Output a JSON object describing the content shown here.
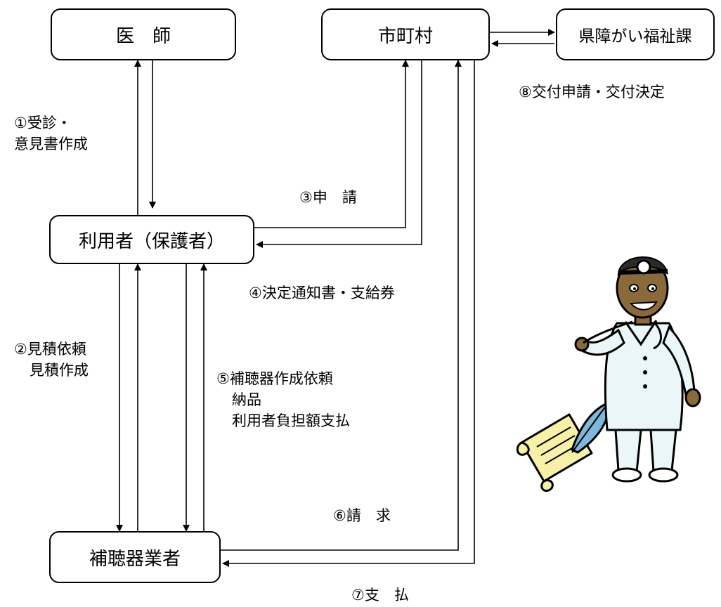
{
  "nodes": {
    "doctor": "医　師",
    "municipality": "市町村",
    "prefecture": "県障がい福祉課",
    "user": "利用者（保護者）",
    "vendor": "補聴器業者"
  },
  "steps": {
    "s1": [
      "①受診・",
      "意見書作成"
    ],
    "s2": [
      "②見積依頼",
      "見積作成"
    ],
    "s3": [
      "③申　請"
    ],
    "s4": [
      "④決定通知書・支給券"
    ],
    "s5": [
      "⑤補聴器作成依頼",
      "納品",
      "利用者負担額支払"
    ],
    "s6": [
      "⑥請　求"
    ],
    "s7": [
      "⑦支　払"
    ],
    "s8": [
      "⑧交付申請・交付決定"
    ]
  },
  "illustration": {
    "name": "doctor-with-scroll-clipart"
  }
}
